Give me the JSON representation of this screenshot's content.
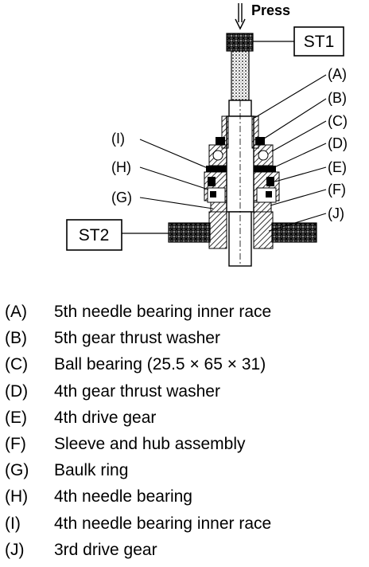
{
  "diagram": {
    "press_label": "Press",
    "tool_labels": [
      "ST1",
      "ST2"
    ],
    "callouts": [
      "(A)",
      "(B)",
      "(C)",
      "(D)",
      "(E)",
      "(F)",
      "(I)",
      "(H)",
      "(G)",
      "(J)"
    ]
  },
  "parts": [
    {
      "code": "(A)",
      "name": "5th needle bearing inner race"
    },
    {
      "code": "(B)",
      "name": "5th gear thrust washer"
    },
    {
      "code": "(C)",
      "name": "Ball bearing (25.5 × 65 × 31)"
    },
    {
      "code": "(D)",
      "name": "4th gear thrust washer"
    },
    {
      "code": "(E)",
      "name": "4th drive gear"
    },
    {
      "code": "(F)",
      "name": "Sleeve and hub assembly"
    },
    {
      "code": "(G)",
      "name": "Baulk ring"
    },
    {
      "code": "(H)",
      "name": "4th needle bearing"
    },
    {
      "code": "(I)",
      "name": "4th needle bearing inner race"
    },
    {
      "code": "(J)",
      "name": "3rd drive gear"
    }
  ]
}
